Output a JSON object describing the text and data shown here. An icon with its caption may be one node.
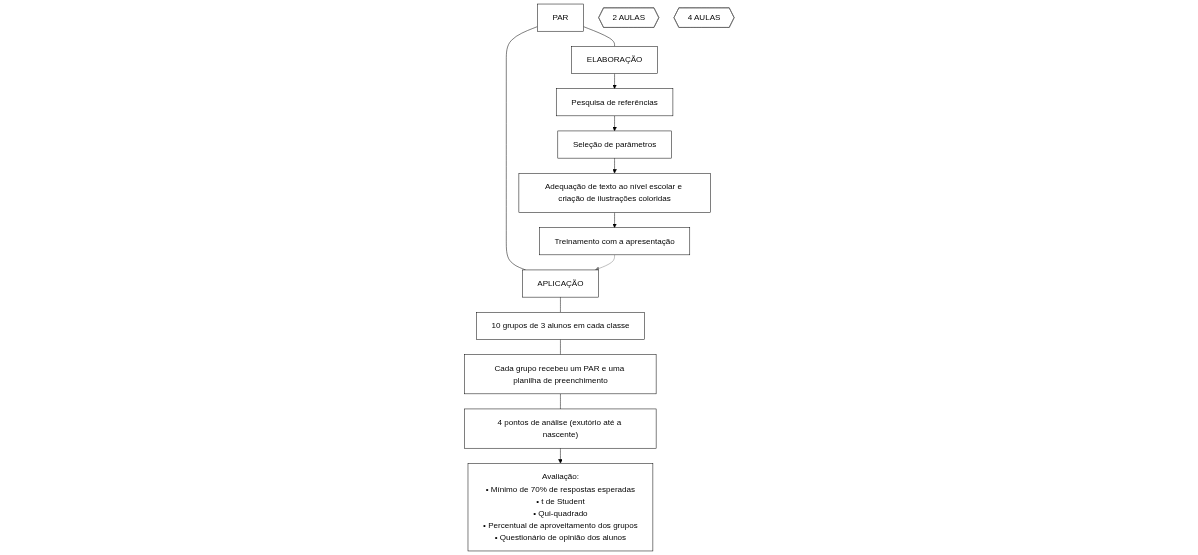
{
  "diagram": {
    "nodes": [
      {
        "text": [
          "PAR"
        ]
      },
      {
        "text": [
          "ELABORAÇÃO"
        ]
      },
      {
        "text": [
          "Pesquisa de referências"
        ]
      },
      {
        "text": [
          "Seleção de parâmetros"
        ]
      },
      {
        "text": [
          "Adequação de texto ao nível escolar e criação de ilustrações coloridas"
        ]
      },
      {
        "text": [
          "Treinamento com a apresentação"
        ]
      },
      {
        "text": [
          "2 AULAS"
        ]
      },
      {
        "text": [
          "APLICAÇÃO"
        ]
      },
      {
        "text": [
          "4 AULAS"
        ]
      },
      {
        "text": [
          "10 grupos de 3 alunos em cada classe"
        ]
      },
      {
        "text": [
          "Cada grupo recebeu um PAR e uma planilha de preenchimento"
        ]
      },
      {
        "text": [
          "4 pontos de análise (exutório até a nascente)"
        ]
      },
      {
        "text": [
          "Avaliação:",
          "• Mínimo de 70% de respostas esperadas",
          "• t de Student",
          "• Qui-quadrado",
          "• Percentual de aproveitamento dos grupos",
          "• Questionário de opinião dos alunos"
        ]
      }
    ],
    "edges": [
      {
        "from": 0,
        "to": 1,
        "arrow": "none"
      },
      {
        "from": 0,
        "to": 7,
        "arrow": "none"
      },
      {
        "from": 1,
        "to": 2,
        "arrow": "to"
      },
      {
        "from": 2,
        "to": 3,
        "arrow": "to"
      },
      {
        "from": 3,
        "to": 4,
        "arrow": "to"
      },
      {
        "from": 4,
        "to": 5,
        "arrow": "to"
      },
      {
        "from": 5,
        "to": 7,
        "arrow": "to",
        "color": "#808080"
      },
      {
        "from": 7,
        "to": 9,
        "arrow": "none"
      },
      {
        "from": 9,
        "to": 10,
        "arrow": "none"
      },
      {
        "from": 10,
        "to": 11,
        "arrow": "none"
      },
      {
        "from": 11,
        "to": 12,
        "arrow": "to"
      }
    ]
  }
}
